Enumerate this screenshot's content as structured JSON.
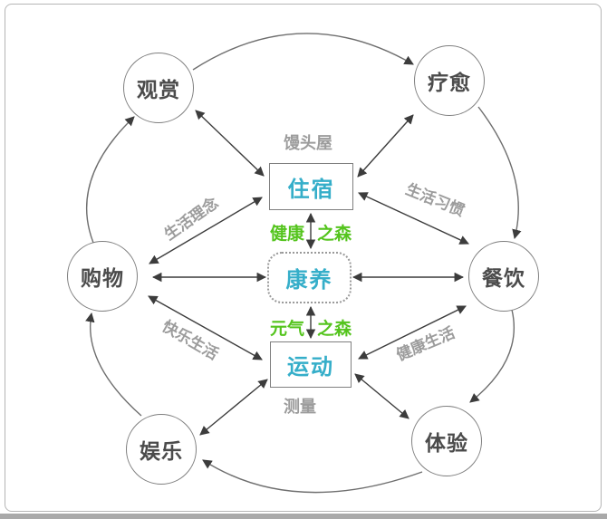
{
  "nodes": {
    "view": "观赏",
    "healing": "疗愈",
    "shopping": "购物",
    "dining": "餐饮",
    "entertainment": "娱乐",
    "experience": "体验",
    "lodging": "住宿",
    "wellness": "康养",
    "sports": "运动"
  },
  "labels": {
    "mantou_house": "馒头屋",
    "life_philosophy": "生活理念",
    "life_habits": "生活习惯",
    "happy_life": "快乐生活",
    "healthy_life": "健康生活",
    "measurement": "测量",
    "health_forest_left": "健康",
    "health_forest_right": "之森",
    "vitality_forest_left": "元气",
    "vitality_forest_right": "之森"
  },
  "colors": {
    "teal": "#35aec9",
    "green": "#54c41d",
    "gray_label": "#9c9c9c",
    "node_text": "#4b4b4b",
    "stroke": "#7f7f7f",
    "arrow": "#3c3c3c",
    "ring": "#6e6e6e",
    "canvas_border": "#b5b5b5",
    "bottom_bar": "#a9a9a9"
  }
}
